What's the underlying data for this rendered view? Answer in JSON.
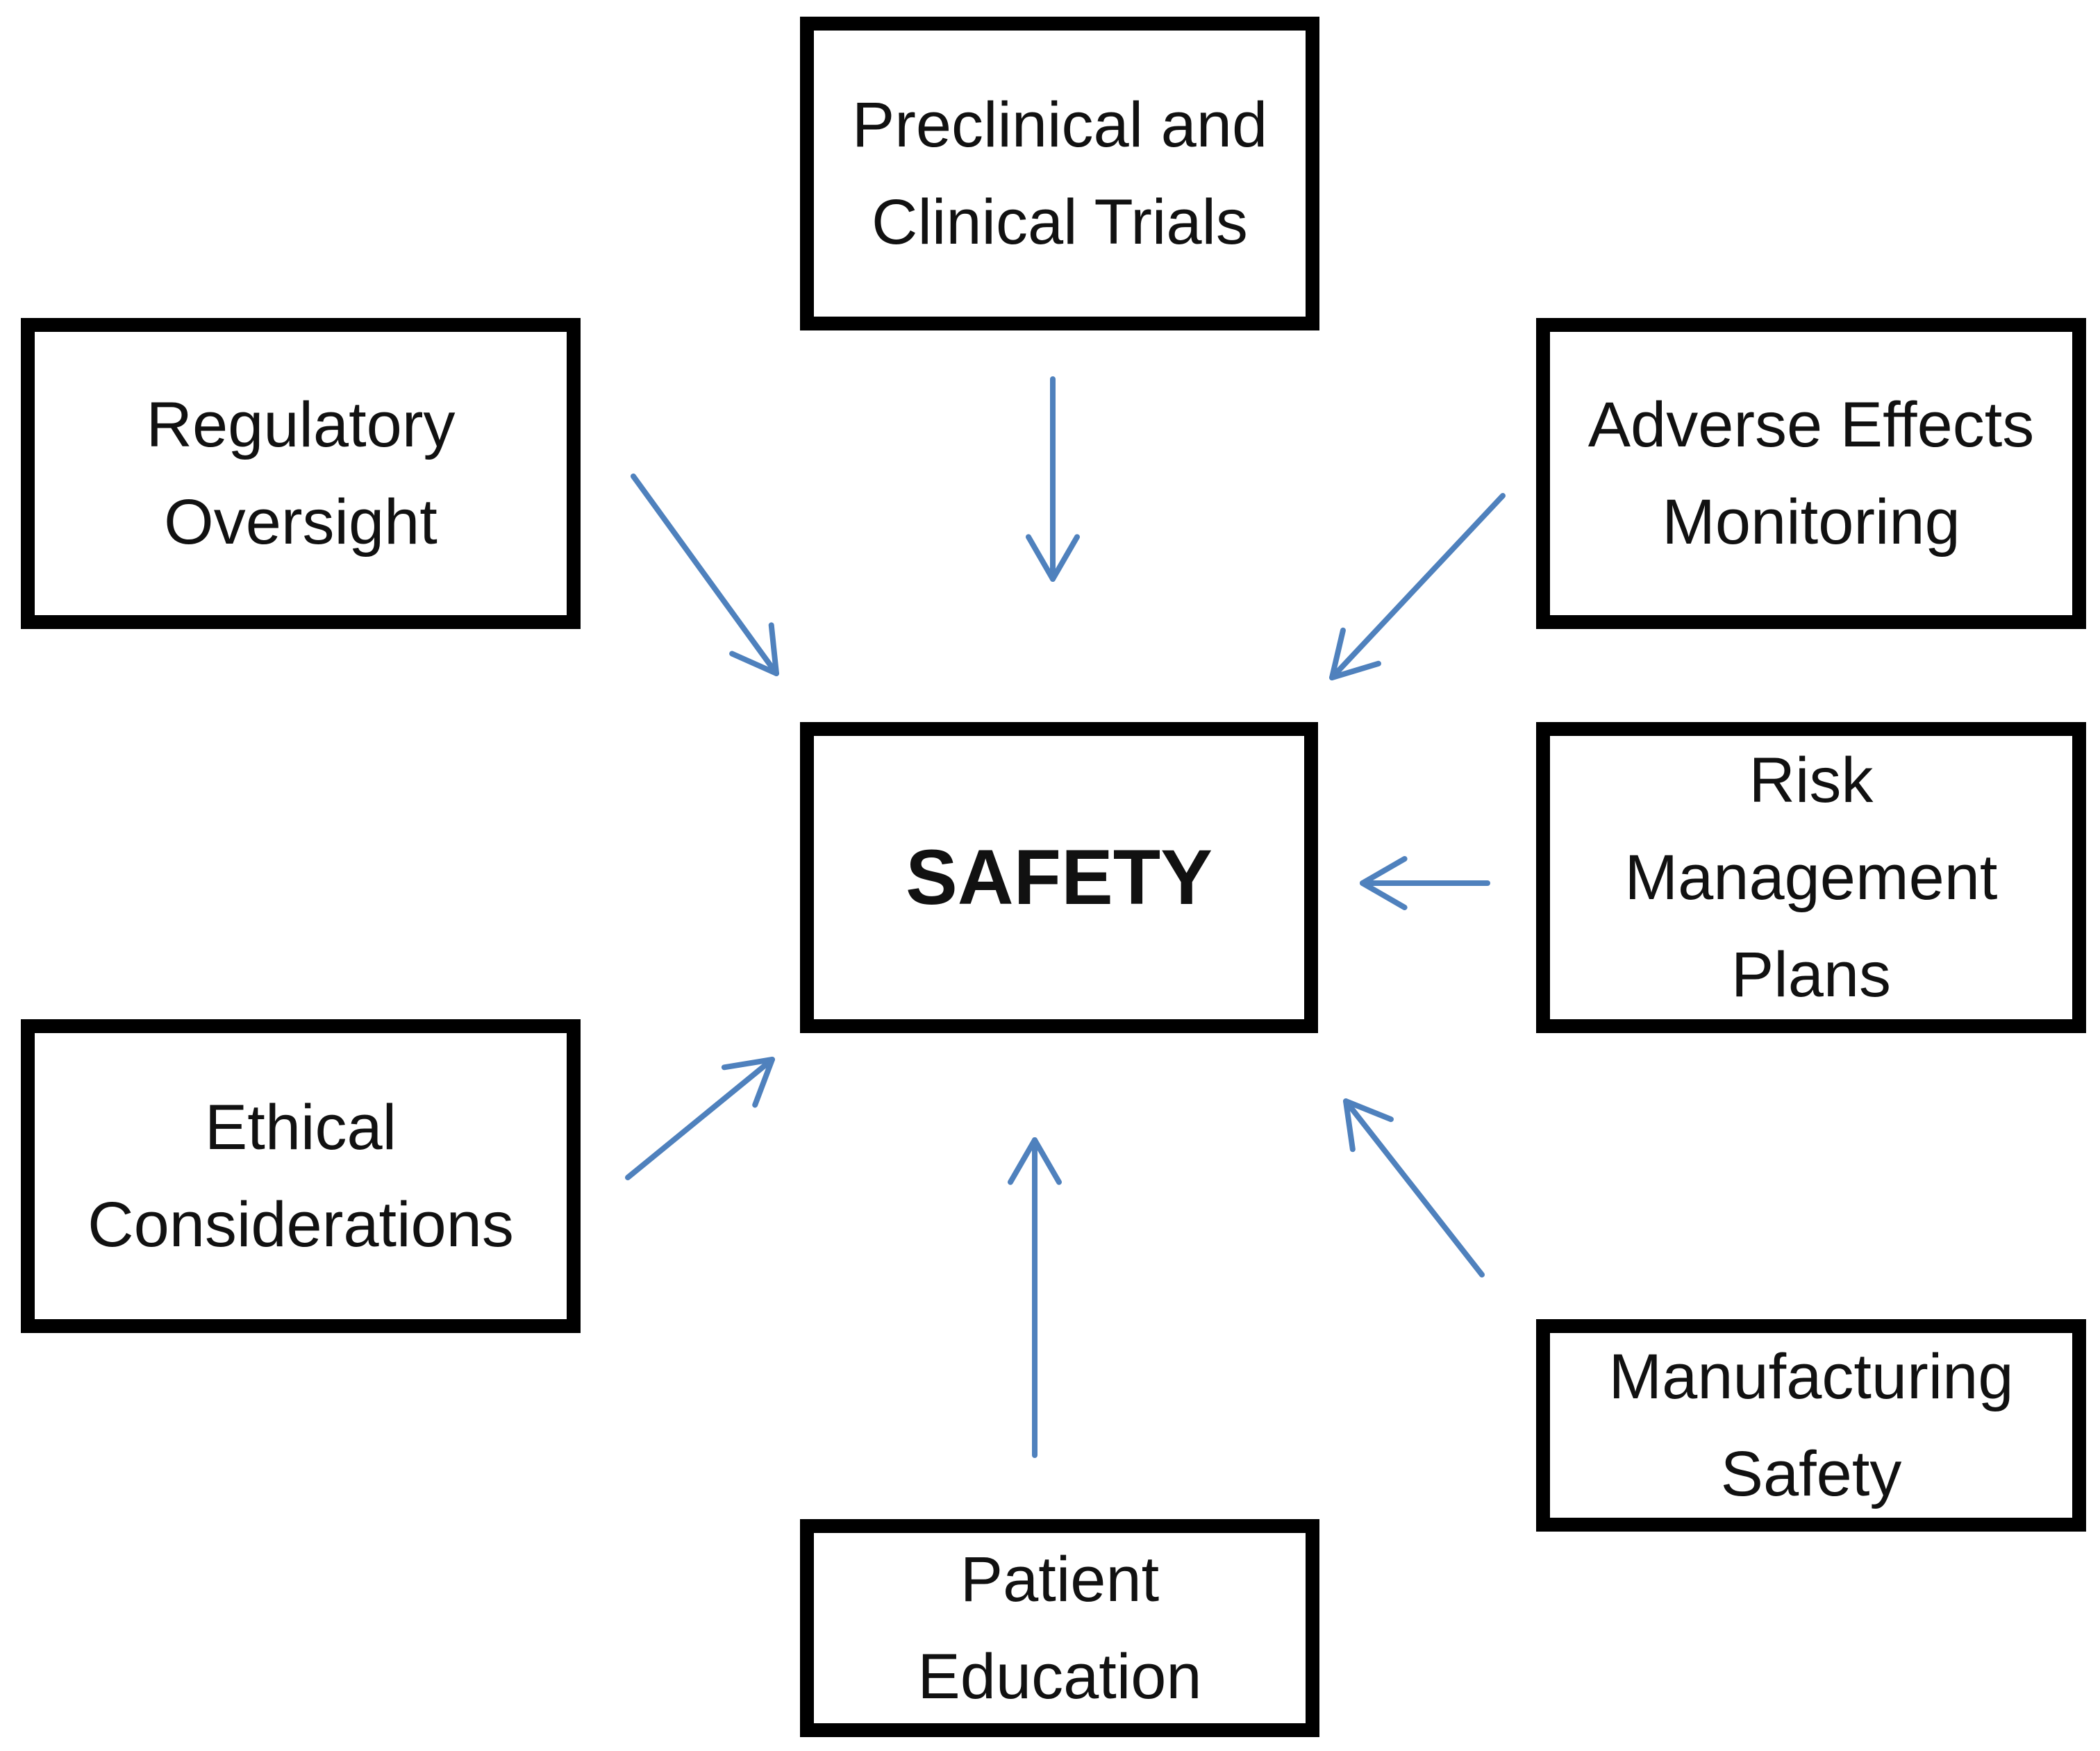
{
  "diagram": {
    "center": {
      "label": "SAFETY"
    },
    "nodes": [
      {
        "id": "preclinical",
        "label": "Preclinical and\nClinical Trials"
      },
      {
        "id": "regulatory",
        "label": "Regulatory\nOversight"
      },
      {
        "id": "adverse",
        "label": "Adverse Effects\nMonitoring"
      },
      {
        "id": "risk",
        "label": "Risk\nManagement\nPlans"
      },
      {
        "id": "ethical",
        "label": "Ethical\nConsiderations"
      },
      {
        "id": "manufacturing",
        "label": "Manufacturing\nSafety"
      },
      {
        "id": "patient",
        "label": "Patient\nEducation"
      }
    ],
    "edges": [
      {
        "from": "preclinical",
        "to": "center"
      },
      {
        "from": "regulatory",
        "to": "center"
      },
      {
        "from": "adverse",
        "to": "center"
      },
      {
        "from": "risk",
        "to": "center"
      },
      {
        "from": "ethical",
        "to": "center"
      },
      {
        "from": "manufacturing",
        "to": "center"
      },
      {
        "from": "patient",
        "to": "center"
      }
    ],
    "colors": {
      "box_border": "#000000",
      "arrow": "#4f81bd",
      "text": "#111111"
    }
  }
}
